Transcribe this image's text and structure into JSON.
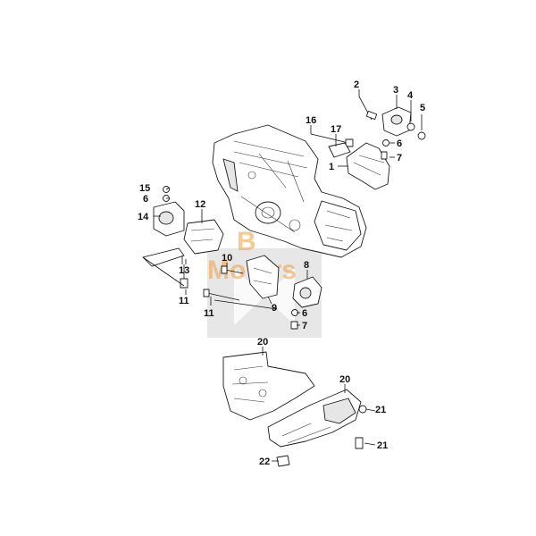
{
  "watermark": {
    "line1": "B",
    "line2": "Motors",
    "accent": "#f0a040"
  },
  "callouts": {
    "c1": "1",
    "c2": "2",
    "c3": "3",
    "c4": "4",
    "c5": "5",
    "c6a": "6",
    "c6b": "6",
    "c6c": "6",
    "c7a": "7",
    "c7b": "7",
    "c8": "8",
    "c9": "9",
    "c10": "10",
    "c11a": "11",
    "c11b": "11",
    "c12": "12",
    "c13": "13",
    "c14": "14",
    "c15": "15",
    "c16": "16",
    "c17": "17",
    "c20a": "20",
    "c20b": "20",
    "c21a": "21",
    "c21b": "21",
    "c22": "22"
  }
}
